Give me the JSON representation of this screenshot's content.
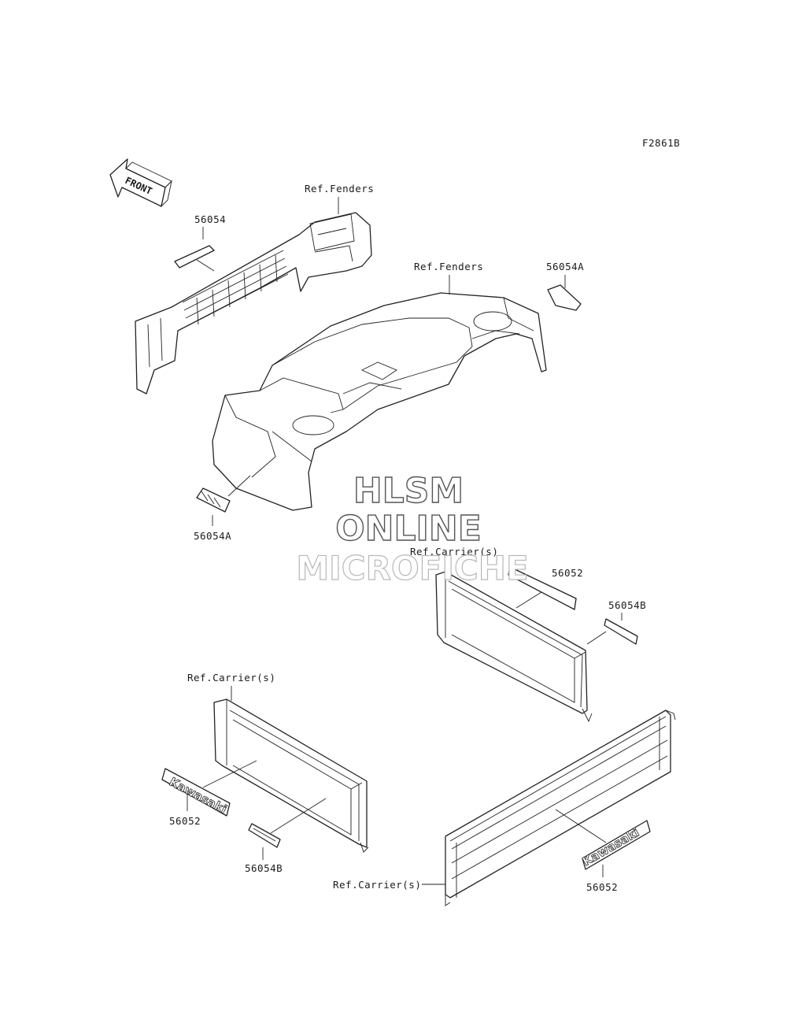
{
  "diagram": {
    "figure_code": "F2861B",
    "front_arrow_label": "FRONT",
    "watermark": {
      "line1": "HLSM",
      "line2": "ONLINE",
      "line3": "MICROFICHE"
    },
    "decal_text": "Kawasaki",
    "labels": {
      "ref_fenders_grille": "Ref.Fenders",
      "ref_fenders_body": "Ref.Fenders",
      "part_56054": "56054",
      "part_56054a_top": "56054A",
      "part_56054a_bottom": "56054A",
      "ref_carrier_right": "Ref.Carrier(s)",
      "part_56052_right_top": "56052",
      "part_56054b_right": "56054B",
      "ref_carrier_left": "Ref.Carrier(s)",
      "part_56052_left": "56052",
      "part_56054b_left": "56054B",
      "ref_carrier_tailgate": "Ref.Carrier(s)",
      "part_56052_tailgate": "56052"
    }
  }
}
